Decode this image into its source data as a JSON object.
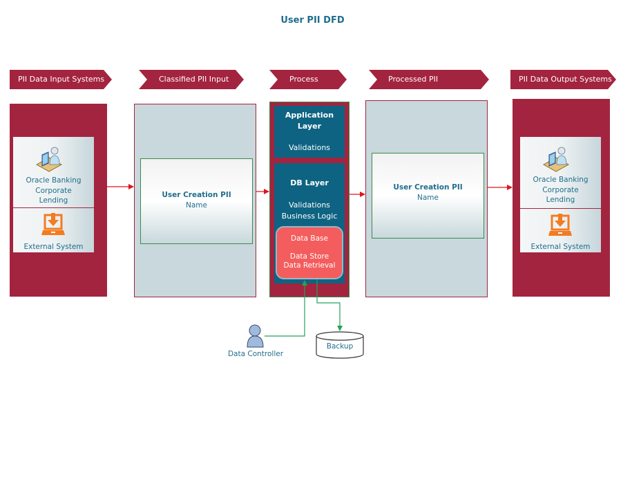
{
  "title": "User PII DFD",
  "stages": [
    {
      "label": "PII Data Input Systems"
    },
    {
      "label": "Classified PII Input"
    },
    {
      "label": "Process"
    },
    {
      "label": "Processed PII"
    },
    {
      "label": "PII Data Output Systems"
    }
  ],
  "input_systems": {
    "oracle": {
      "line1": "Oracle Banking",
      "line2": "Corporate",
      "line3": "Lending",
      "icon": "user-at-desk-icon"
    },
    "external": {
      "label": "External System",
      "icon": "laptop-download-icon"
    }
  },
  "classified_input": {
    "title": "User Creation PII",
    "field": "Name"
  },
  "process": {
    "app_layer": {
      "title_line1": "Application",
      "title_line2": "Layer",
      "detail": "Validations"
    },
    "db_layer": {
      "title": "DB Layer",
      "detail_line1": "Validations",
      "detail_line2": "Business Logic"
    },
    "database": {
      "title": "Data Base",
      "line1": "Data Store",
      "line2": "Data Retrieval"
    }
  },
  "processed_pii": {
    "title": "User Creation PII",
    "field": "Name"
  },
  "output_systems": {
    "oracle": {
      "line1": "Oracle Banking",
      "line2": "Corporate",
      "line3": "Lending",
      "icon": "user-at-desk-icon"
    },
    "external": {
      "label": "External System",
      "icon": "laptop-download-icon"
    }
  },
  "actors": {
    "data_controller": {
      "label": "Data Controller",
      "icon": "person-icon"
    },
    "backup": {
      "label": "Backup",
      "icon": "database-cylinder-icon"
    }
  },
  "colors": {
    "brand_red": "#a3243f",
    "teal_text": "#1f6e8c",
    "layer_blue": "#0e6382",
    "db_red": "#f45d5d",
    "panel_grey": "#c8d8dc",
    "flow_red": "#e0151b",
    "flow_green": "#23a25a"
  }
}
